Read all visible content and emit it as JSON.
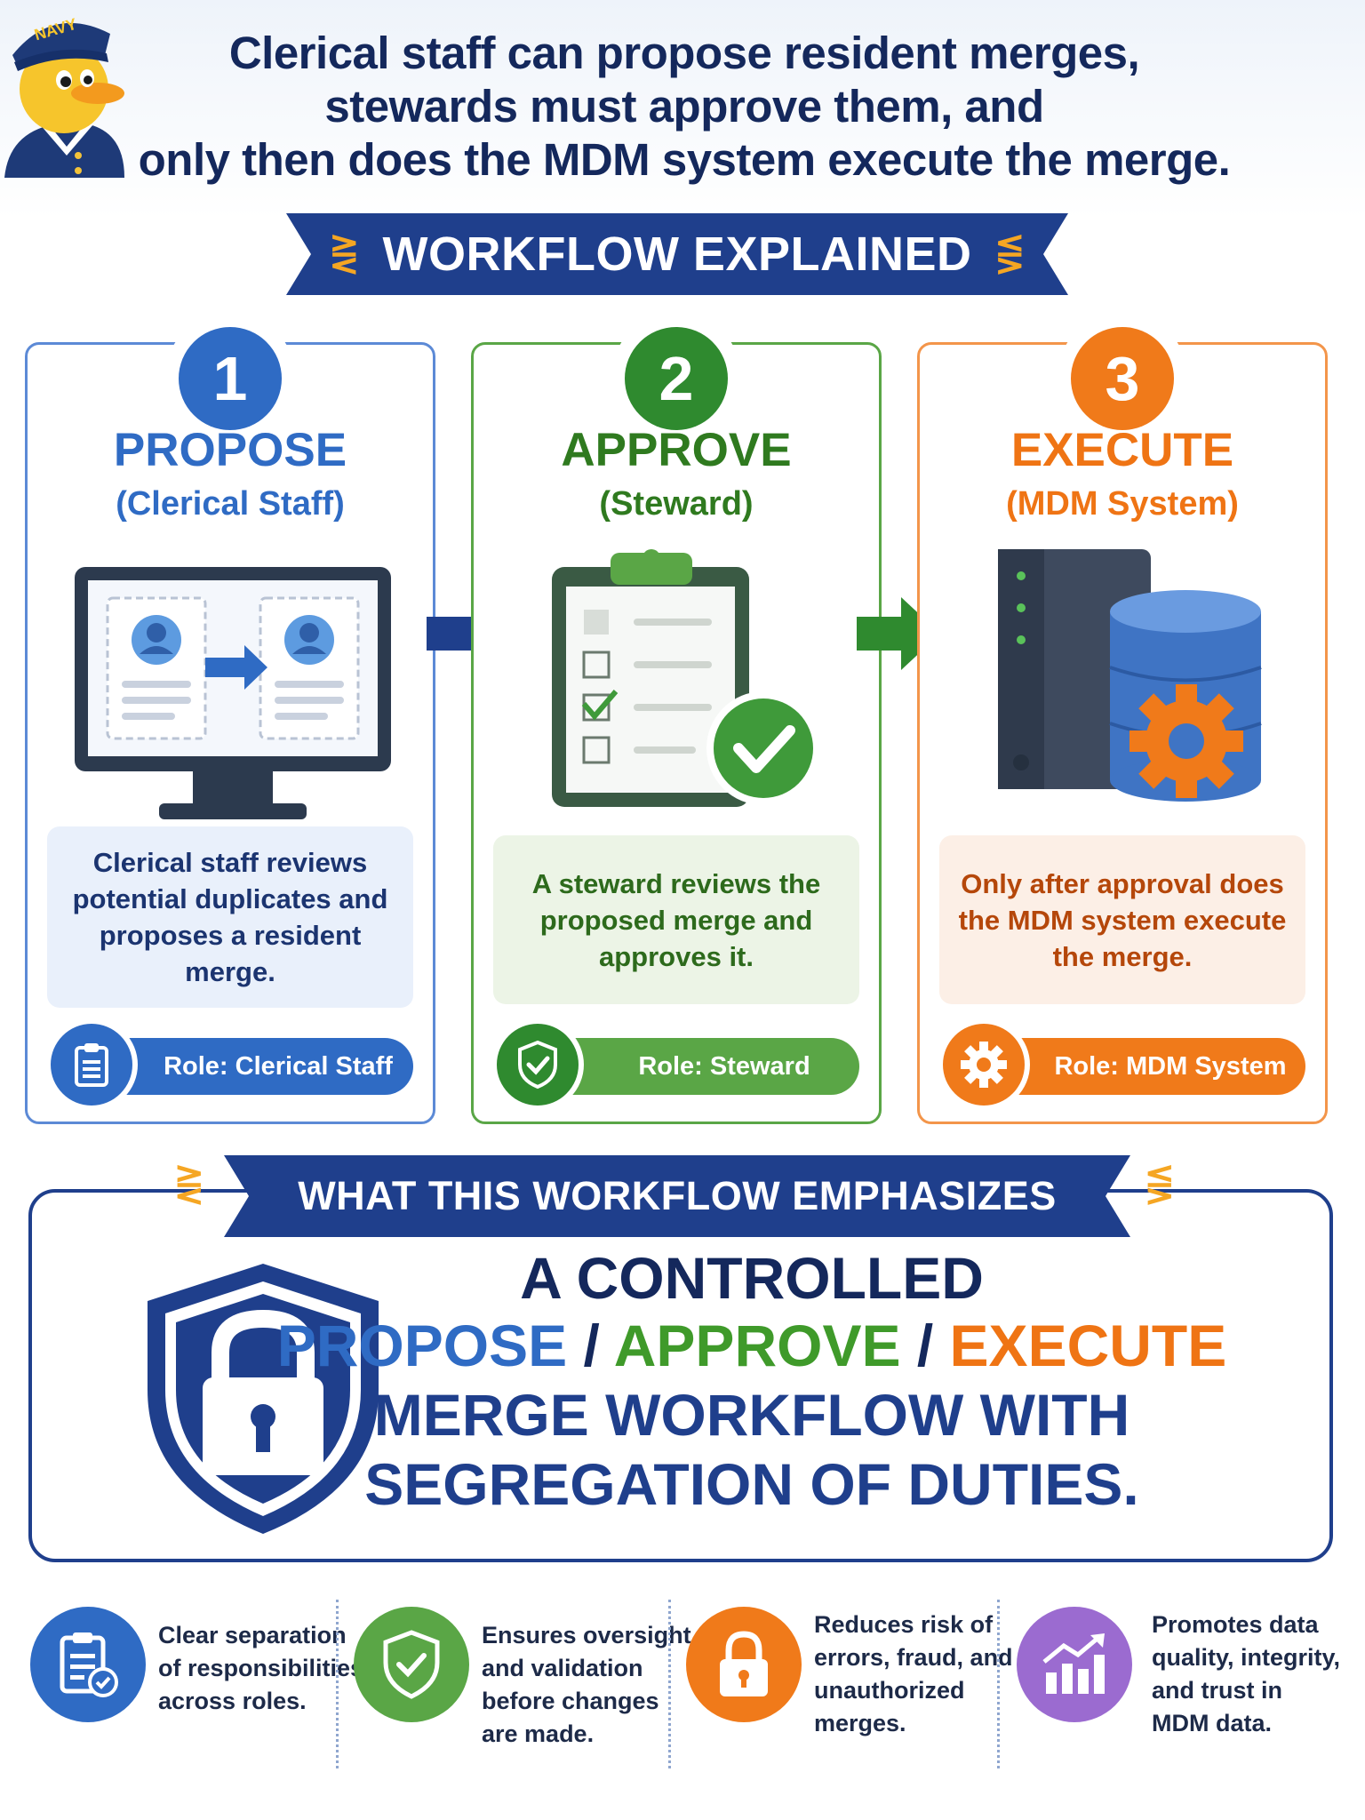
{
  "header": {
    "mascot_label": "NAVY",
    "headline_lines": [
      "Clerical staff can propose resident merges,",
      "stewards must approve them, and",
      "only then does the MDM system execute the merge."
    ]
  },
  "workflow_banner": "WORKFLOW EXPLAINED",
  "steps": [
    {
      "number": "1",
      "title": "PROPOSE",
      "subtitle": "(Clerical Staff)",
      "description": "Clerical staff reviews potential duplicates and proposes a resident merge.",
      "role": "Role: Clerical Staff",
      "color": "#2f6bc4",
      "illustration": "monitor-merge-icon",
      "role_icon": "clipboard-icon"
    },
    {
      "number": "2",
      "title": "APPROVE",
      "subtitle": "(Steward)",
      "description": "A steward reviews the proposed merge and approves it.",
      "role": "Role: Steward",
      "color": "#2f8a2f",
      "illustration": "checklist-approval-icon",
      "role_icon": "shield-check-icon"
    },
    {
      "number": "3",
      "title": "EXECUTE",
      "subtitle": "(MDM System)",
      "description": "Only after approval does the MDM system execute the merge.",
      "role": "Role: MDM System",
      "color": "#f07a1a",
      "illustration": "server-database-gear-icon",
      "role_icon": "gear-icon"
    }
  ],
  "emphasis": {
    "banner": "WHAT THIS WORKFLOW EMPHASIZES",
    "line1": "A CONTROLLED",
    "propose": "PROPOSE",
    "slash": "/",
    "approve": "APPROVE",
    "execute": "EXECUTE",
    "line3": "MERGE WORKFLOW WITH",
    "line4": "SEGREGATION OF DUTIES."
  },
  "benefits": [
    {
      "text_lines": [
        "Clear separation",
        "of responsibilities",
        "across roles."
      ],
      "icon": "clipboard-check-icon",
      "color": "#2f6bc4"
    },
    {
      "text_lines": [
        "Ensures oversight",
        "and validation",
        "before changes",
        "are made."
      ],
      "icon": "shield-check-icon",
      "color": "#5aa646"
    },
    {
      "text_lines": [
        "Reduces risk of",
        "errors, fraud, and",
        "unauthorized",
        "merges."
      ],
      "icon": "lock-icon",
      "color": "#f07a1a"
    },
    {
      "text_lines": [
        "Promotes data",
        "quality, integrity,",
        "and trust in",
        "MDM data."
      ],
      "icon": "growth-chart-icon",
      "color": "#9b6bd0"
    }
  ]
}
